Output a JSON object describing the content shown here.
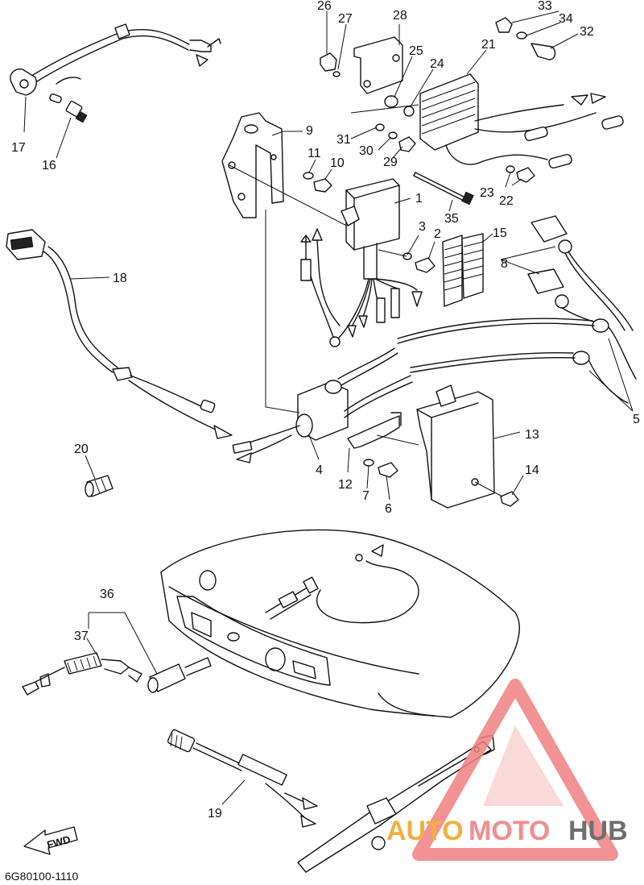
{
  "callouts": {
    "c1": "1",
    "c2": "2",
    "c3": "3",
    "c4": "4",
    "c5": "5",
    "c6": "6",
    "c7": "7",
    "c8": "8",
    "c9": "9",
    "c10": "10",
    "c11": "11",
    "c12": "12",
    "c13": "13",
    "c14": "14",
    "c15": "15",
    "c16": "16",
    "c17": "17",
    "c18": "18",
    "c19": "19",
    "c20": "20",
    "c21": "21",
    "c22": "22",
    "c23": "23",
    "c24": "24",
    "c25": "25",
    "c26": "26",
    "c27": "27",
    "c28": "28",
    "c29": "29",
    "c30": "30",
    "c31": "31",
    "c32": "32",
    "c33": "33",
    "c34": "34",
    "c35": "35",
    "c36": "36",
    "c37": "37"
  },
  "fwd_label": "FWD",
  "diagram_code": "6G80100-1110",
  "watermark": {
    "part1": "AUTO",
    "part2": "MOTO",
    "part3": "HUB",
    "colors": {
      "auto": "#f0a020",
      "moto": "#f07a7a",
      "hub": "#555555",
      "logo": "#f08080"
    }
  }
}
